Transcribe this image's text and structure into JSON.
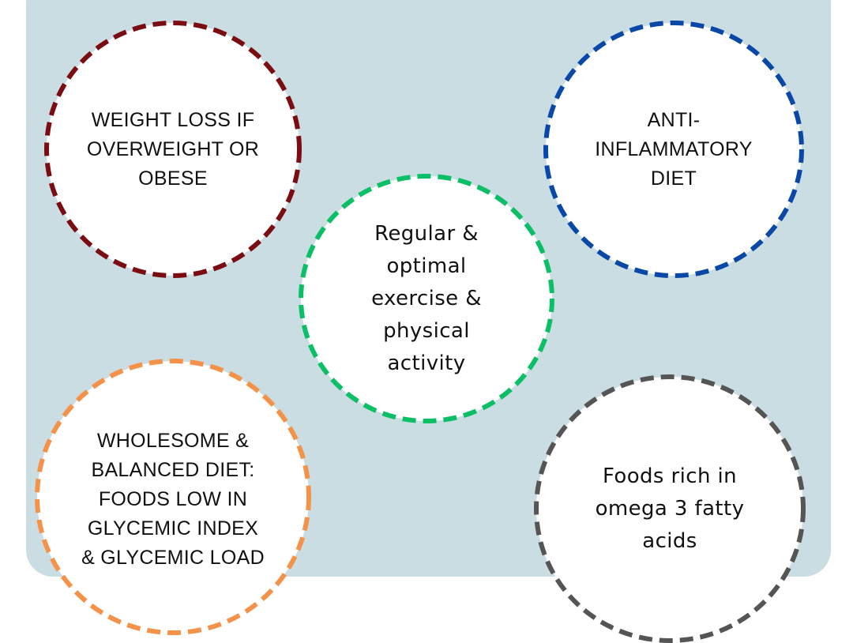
{
  "circles": {
    "weight": {
      "lines": [
        "WEIGHT LOSS IF",
        "OVERWEIGHT OR",
        "OBESE"
      ],
      "color": "#7a0c12"
    },
    "anti": {
      "lines": [
        "ANTI-",
        "INFLAMMATORY",
        "DIET"
      ],
      "color": "#0a48a8"
    },
    "exercise": {
      "lines": [
        "Regular &",
        "optimal",
        "exercise &",
        "physical",
        "activity"
      ],
      "color": "#0bbf66"
    },
    "whole": {
      "lines": [
        "WHOLESOME &",
        "BALANCED DIET:",
        "FOODS LOW IN",
        "GLYCEMIC INDEX",
        "& GLYCEMIC LOAD"
      ],
      "color": "#f59249"
    },
    "omega": {
      "lines": [
        "Foods rich in",
        "omega 3 fatty",
        "acids"
      ],
      "color": "#555555"
    }
  },
  "panel_color": "#c9dde3"
}
